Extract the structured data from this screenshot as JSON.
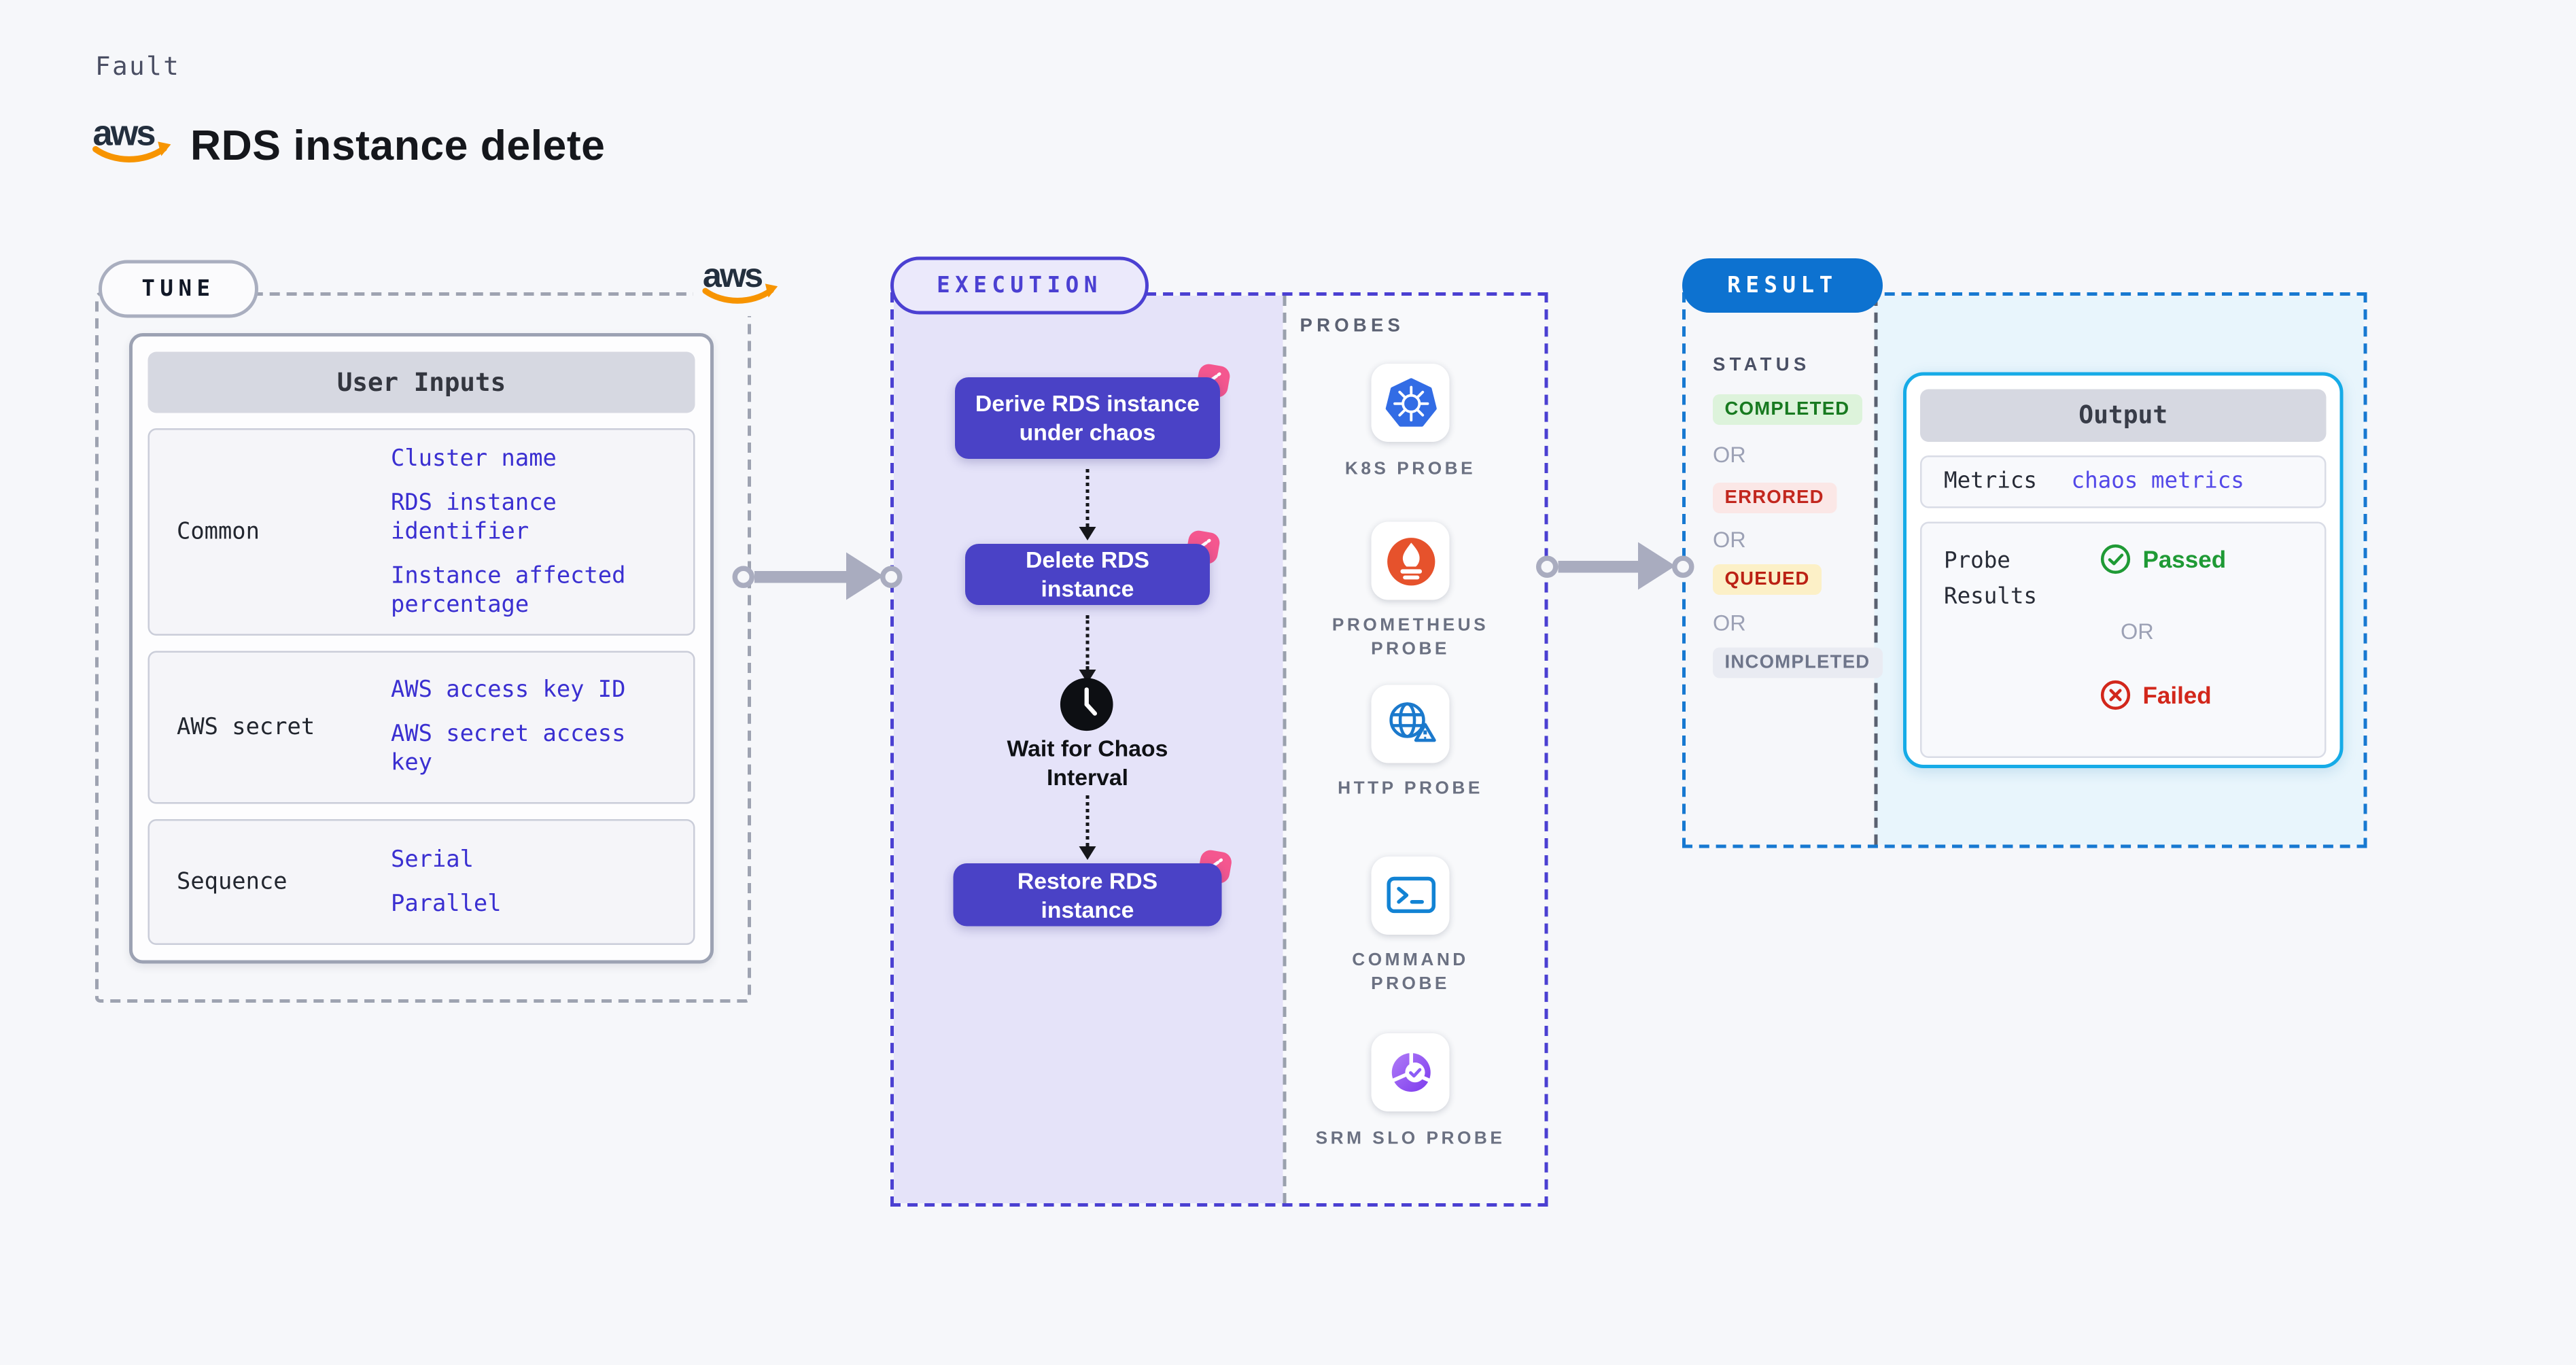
{
  "header": {
    "kind": "Fault",
    "title": "RDS instance delete"
  },
  "aws_logo": {
    "text": "aws"
  },
  "tune": {
    "pill": "TUNE",
    "table": {
      "title": "User Inputs",
      "rows": [
        {
          "label": "Common",
          "values": [
            "Cluster name",
            "RDS instance identifier",
            "Instance affected percentage"
          ]
        },
        {
          "label": "AWS secret",
          "values": [
            "AWS access key ID",
            "AWS secret access key"
          ]
        },
        {
          "label": "Sequence",
          "values": [
            "Serial",
            "Parallel"
          ]
        }
      ]
    }
  },
  "execution": {
    "pill": "EXECUTION",
    "steps": [
      "Derive RDS instance under chaos",
      "Delete RDS instance",
      "Restore RDS instance"
    ],
    "wait": "Wait for Chaos Interval"
  },
  "probes": {
    "title": "PROBES",
    "items": [
      {
        "label": "K8S PROBE",
        "icon": "kubernetes-icon"
      },
      {
        "label": "PROMETHEUS PROBE",
        "icon": "prometheus-icon"
      },
      {
        "label": "HTTP PROBE",
        "icon": "http-globe-icon"
      },
      {
        "label": "COMMAND PROBE",
        "icon": "terminal-icon"
      },
      {
        "label": "SRM SLO PROBE",
        "icon": "slo-donut-icon"
      }
    ]
  },
  "result": {
    "pill": "RESULT",
    "status_title": "STATUS",
    "or": "OR",
    "statuses": [
      {
        "label": "COMPLETED",
        "fg": "#187A20",
        "bg": "#DDF3DB"
      },
      {
        "label": "ERRORED",
        "fg": "#C2271E",
        "bg": "#FBE7E6"
      },
      {
        "label": "QUEUED",
        "fg": "#BB2114",
        "bg": "#FCF0C7"
      },
      {
        "label": "INCOMPLETED",
        "fg": "#6E758A",
        "bg": "#E9EBF2"
      }
    ],
    "output": {
      "title": "Output",
      "metrics_label": "Metrics",
      "metrics_value": "chaos metrics",
      "probe_label": "Probe Results",
      "passed": "Passed",
      "failed": "Failed"
    }
  },
  "colors": {
    "page_bg": "#F6F7FA",
    "indigo": "#4B40D2",
    "step_bg": "#4A42C6",
    "lavender": "#E5E3F9",
    "result_blue": "#0D72D0",
    "cyan_border": "#16ABE7",
    "cyan_bg": "#E8F5FC",
    "tune_value_blue": "#3A2FD1",
    "metrics_blue": "#5348E8",
    "green": "#1F9A35",
    "red": "#D2271B",
    "arrow_gray": "#A9ACBF",
    "pink": "#F4578F",
    "aws_orange": "#F79400",
    "aws_navy": "#232F3E"
  }
}
